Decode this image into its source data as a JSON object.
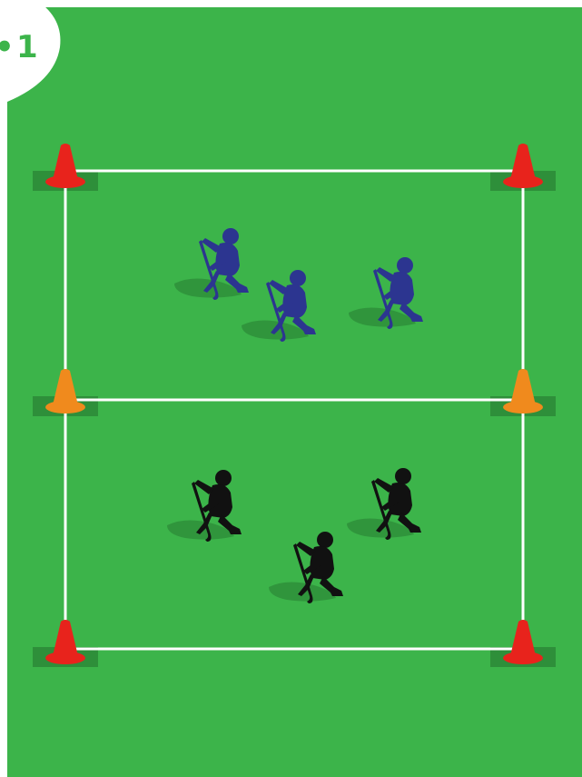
{
  "step": {
    "number": "1",
    "bullet": "•"
  },
  "colors": {
    "field": "#3cb44a",
    "field_shadow": "#2e8f3a",
    "lines": "#ffffff",
    "badge_bg": "#ffffff",
    "badge_text": "#3cb44a",
    "cone_red": "#e8231c",
    "cone_orange": "#f08a1d",
    "team_blue": "#2c3590",
    "team_black": "#111111"
  },
  "diagram": {
    "type": "drill-layout",
    "zones": 2,
    "cones": [
      {
        "name": "cone-top-left",
        "color": "red"
      },
      {
        "name": "cone-top-right",
        "color": "red"
      },
      {
        "name": "cone-mid-left",
        "color": "orange"
      },
      {
        "name": "cone-mid-right",
        "color": "orange"
      },
      {
        "name": "cone-bottom-left",
        "color": "red"
      },
      {
        "name": "cone-bottom-right",
        "color": "red"
      }
    ],
    "teams": [
      {
        "name": "blue-team",
        "color": "blue",
        "players": 3,
        "zone": "top"
      },
      {
        "name": "black-team",
        "color": "black",
        "players": 3,
        "zone": "bottom"
      }
    ]
  }
}
